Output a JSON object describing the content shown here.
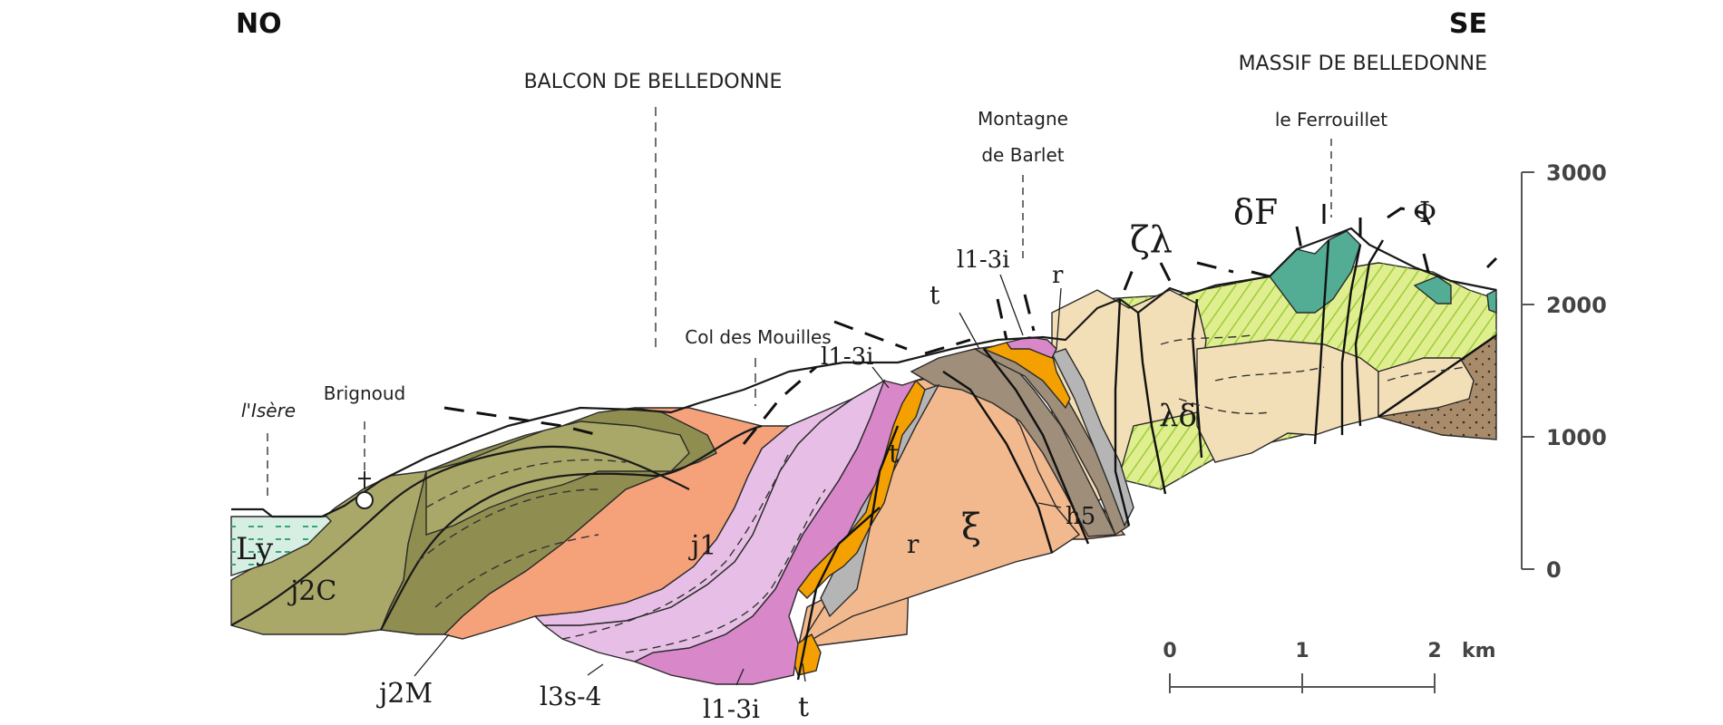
{
  "orientation": {
    "left": "NO",
    "right": "SE"
  },
  "regions": {
    "balcon": "BALCON DE BELLEDONNE",
    "massif": "MASSIF DE BELLEDONNE"
  },
  "places": {
    "isere": "l'Isère",
    "brignoud": "Brignoud",
    "col_mouilles": "Col des Mouilles",
    "montagne_barlet_1": "Montagne",
    "montagne_barlet_2": "de Barlet",
    "ferrouillet": "le Ferrouillet"
  },
  "units": {
    "Ly": "Ly",
    "j2C": "j2C",
    "j2M": "j2M",
    "j1": "j1",
    "l3s4": "l3s-4",
    "l13i_bottom": "l1-3i",
    "l13i_middle": "l1-3i",
    "l13i_top": "l1-3i",
    "t_bottom": "t",
    "t_middle": "t",
    "t_top": "t",
    "r_middle": "r",
    "r_top": "r",
    "xi": "ξ",
    "h5": "h5",
    "zeta_lambda": "ζλ",
    "lambda_delta": "λδ",
    "delta_F": "δF",
    "phi": "Φ"
  },
  "altitude_axis": {
    "ticks": [
      "3000",
      "2000",
      "1000",
      "0"
    ]
  },
  "scale_bar": {
    "ticks": [
      "0",
      "1",
      "2"
    ],
    "unit": "km"
  },
  "colors": {
    "alluvium": "#d6efe2",
    "j2C": "#a9a868",
    "j2M": "#8f8e50",
    "j1": "#f5a27a",
    "l3s4": "#e7bfe6",
    "l13i": "#d887c8",
    "trias": "#f3a000",
    "r": "#b5b5b5",
    "xi": "#f2b98e",
    "h5": "#9e8e7a",
    "zeta_lambda": "#f3dfb7",
    "lambda_delta": "#dfee8e",
    "delta_F": "#52ad94",
    "brown": "#a88b6a"
  }
}
